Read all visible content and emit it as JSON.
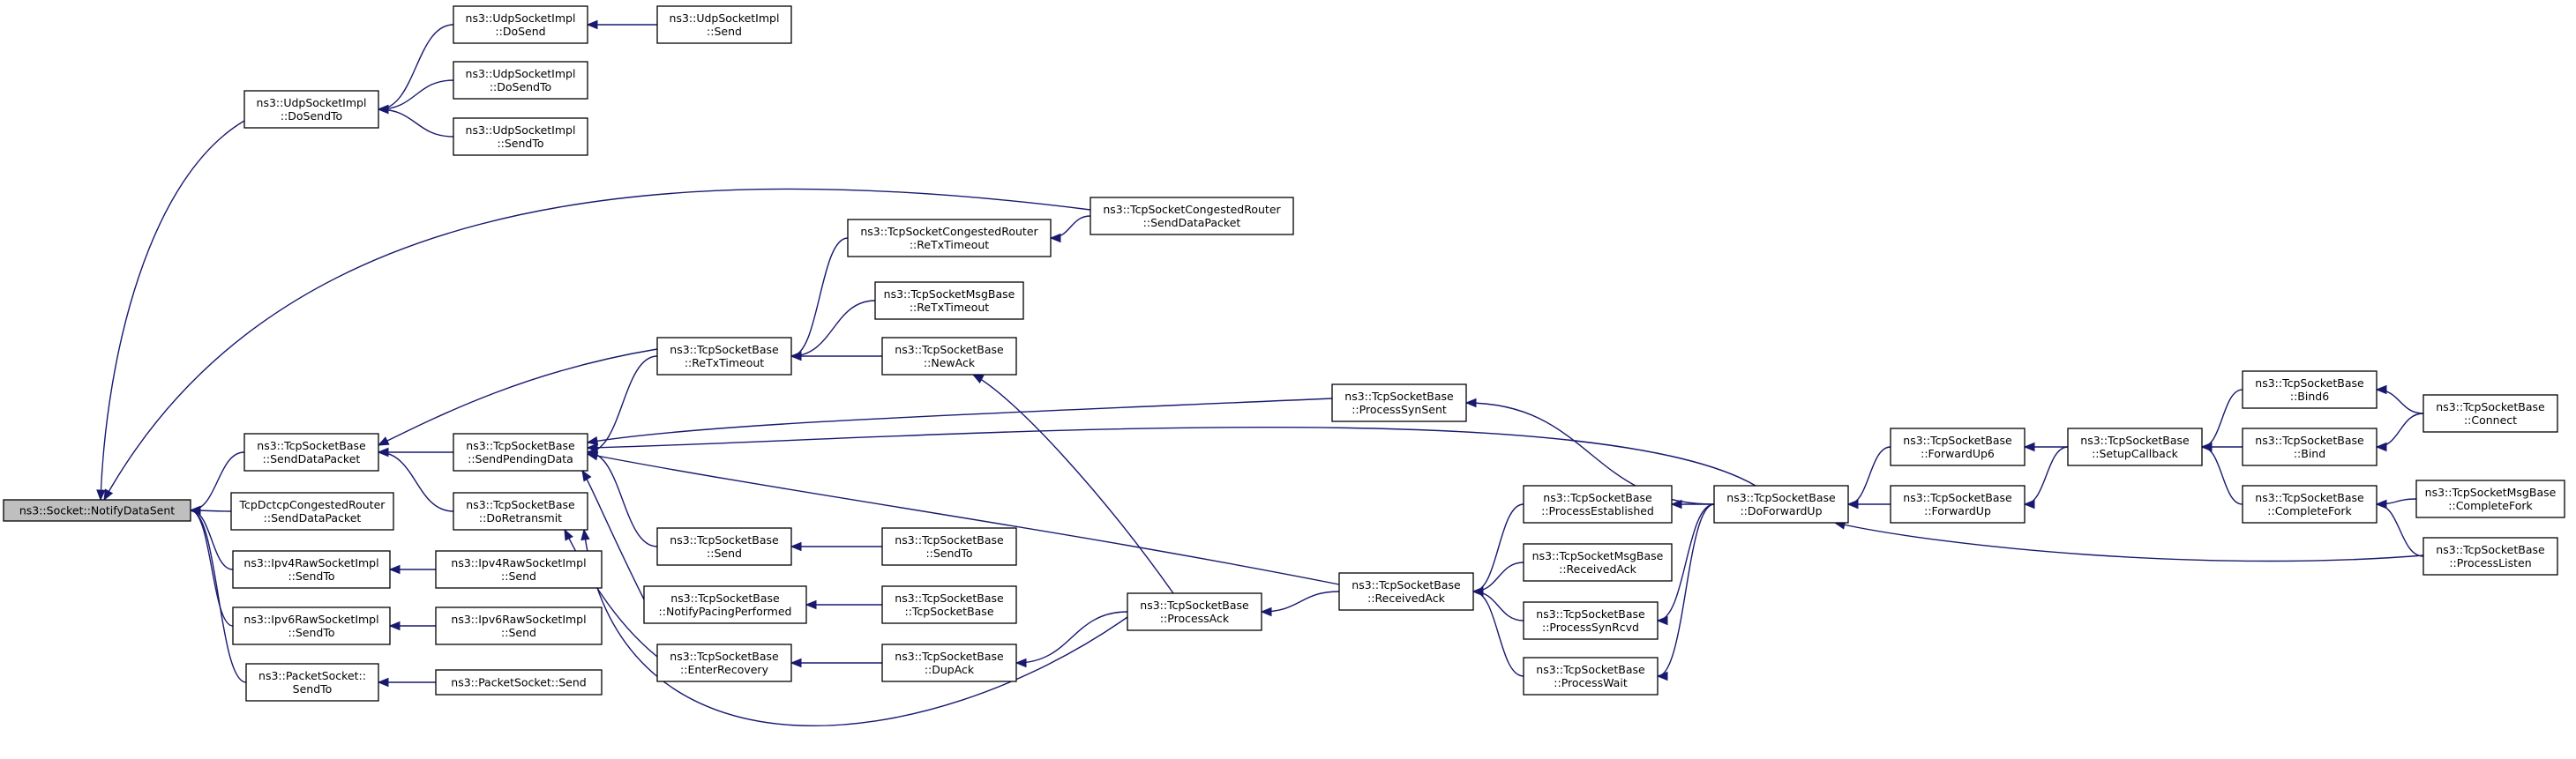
{
  "nodes": [
    {
      "id": "notify_data_sent",
      "lines": [
        "ns3::Socket::NotifyDataSent"
      ],
      "root": true
    },
    {
      "id": "udp_dosendto",
      "lines": [
        "ns3::UdpSocketImpl",
        "::DoSendTo"
      ]
    },
    {
      "id": "udp_dosend",
      "lines": [
        "ns3::UdpSocketImpl",
        "::DoSend"
      ]
    },
    {
      "id": "udp_send",
      "lines": [
        "ns3::UdpSocketImpl",
        "::Send"
      ]
    },
    {
      "id": "udp_dosendto2",
      "lines": [
        "ns3::UdpSocketImpl",
        "::DoSendTo"
      ]
    },
    {
      "id": "udp_sendto",
      "lines": [
        "ns3::UdpSocketImpl",
        "::SendTo"
      ]
    },
    {
      "id": "cong_senddatapacket",
      "lines": [
        "ns3::TcpSocketCongestedRouter",
        "::SendDataPacket"
      ]
    },
    {
      "id": "cong_retxtimeout",
      "lines": [
        "ns3::TcpSocketCongestedRouter",
        "::ReTxTimeout"
      ]
    },
    {
      "id": "msg_retxtimeout",
      "lines": [
        "ns3::TcpSocketMsgBase",
        "::ReTxTimeout"
      ]
    },
    {
      "id": "tcp_retxtimeout",
      "lines": [
        "ns3::TcpSocketBase",
        "::ReTxTimeout"
      ]
    },
    {
      "id": "tcp_newack",
      "lines": [
        "ns3::TcpSocketBase",
        "::NewAck"
      ]
    },
    {
      "id": "tcp_senddatapacket",
      "lines": [
        "ns3::TcpSocketBase",
        "::SendDataPacket"
      ]
    },
    {
      "id": "tcp_sendpendingdata",
      "lines": [
        "ns3::TcpSocketBase",
        "::SendPendingData"
      ]
    },
    {
      "id": "tcp_processsynsent",
      "lines": [
        "ns3::TcpSocketBase",
        "::ProcessSynSent"
      ]
    },
    {
      "id": "dctcp_senddatapacket",
      "lines": [
        "TcpDctcpCongestedRouter",
        "::SendDataPacket"
      ]
    },
    {
      "id": "tcp_doretransmit",
      "lines": [
        "ns3::TcpSocketBase",
        "::DoRetransmit"
      ]
    },
    {
      "id": "tcp_send",
      "lines": [
        "ns3::TcpSocketBase",
        "::Send"
      ]
    },
    {
      "id": "tcp_sendto",
      "lines": [
        "ns3::TcpSocketBase",
        "::SendTo"
      ]
    },
    {
      "id": "ipv4_sendto",
      "lines": [
        "ns3::Ipv4RawSocketImpl",
        "::SendTo"
      ]
    },
    {
      "id": "ipv4_send",
      "lines": [
        "ns3::Ipv4RawSocketImpl",
        "::Send"
      ]
    },
    {
      "id": "tcp_notifypacing",
      "lines": [
        "ns3::TcpSocketBase",
        "::NotifyPacingPerformed"
      ]
    },
    {
      "id": "tcp_tcpsocketbase",
      "lines": [
        "ns3::TcpSocketBase",
        "::TcpSocketBase"
      ]
    },
    {
      "id": "ipv6_sendto",
      "lines": [
        "ns3::Ipv6RawSocketImpl",
        "::SendTo"
      ]
    },
    {
      "id": "ipv6_send",
      "lines": [
        "ns3::Ipv6RawSocketImpl",
        "::Send"
      ]
    },
    {
      "id": "tcp_enterrecovery",
      "lines": [
        "ns3::TcpSocketBase",
        "::EnterRecovery"
      ]
    },
    {
      "id": "tcp_dupack",
      "lines": [
        "ns3::TcpSocketBase",
        "::DupAck"
      ]
    },
    {
      "id": "tcp_processack",
      "lines": [
        "ns3::TcpSocketBase",
        "::ProcessAck"
      ]
    },
    {
      "id": "packet_sendto",
      "lines": [
        "ns3::PacketSocket::",
        "SendTo"
      ]
    },
    {
      "id": "packet_send",
      "lines": [
        "ns3::PacketSocket::Send"
      ]
    },
    {
      "id": "tcp_receivedack",
      "lines": [
        "ns3::TcpSocketBase",
        "::ReceivedAck"
      ]
    },
    {
      "id": "tcp_processestablished",
      "lines": [
        "ns3::TcpSocketBase",
        "::ProcessEstablished"
      ]
    },
    {
      "id": "msg_receivedack",
      "lines": [
        "ns3::TcpSocketMsgBase",
        "::ReceivedAck"
      ]
    },
    {
      "id": "tcp_processsynrcvd",
      "lines": [
        "ns3::TcpSocketBase",
        "::ProcessSynRcvd"
      ]
    },
    {
      "id": "tcp_processwait",
      "lines": [
        "ns3::TcpSocketBase",
        "::ProcessWait"
      ]
    },
    {
      "id": "tcp_doforwardup",
      "lines": [
        "ns3::TcpSocketBase",
        "::DoForwardUp"
      ]
    },
    {
      "id": "tcp_forwardup6",
      "lines": [
        "ns3::TcpSocketBase",
        "::ForwardUp6"
      ]
    },
    {
      "id": "tcp_forwardup",
      "lines": [
        "ns3::TcpSocketBase",
        "::ForwardUp"
      ]
    },
    {
      "id": "tcp_setupcallback",
      "lines": [
        "ns3::TcpSocketBase",
        "::SetupCallback"
      ]
    },
    {
      "id": "tcp_bind6",
      "lines": [
        "ns3::TcpSocketBase",
        "::Bind6"
      ]
    },
    {
      "id": "tcp_bind",
      "lines": [
        "ns3::TcpSocketBase",
        "::Bind"
      ]
    },
    {
      "id": "tcp_completefork",
      "lines": [
        "ns3::TcpSocketBase",
        "::CompleteFork"
      ]
    },
    {
      "id": "tcp_connect",
      "lines": [
        "ns3::TcpSocketBase",
        "::Connect"
      ]
    },
    {
      "id": "msg_completefork",
      "lines": [
        "ns3::TcpSocketMsgBase",
        "::CompleteFork"
      ]
    },
    {
      "id": "tcp_processlisten",
      "lines": [
        "ns3::TcpSocketBase",
        "::ProcessListen"
      ]
    }
  ],
  "edges": [
    [
      "udp_dosendto",
      "notify_data_sent"
    ],
    [
      "udp_dosend",
      "udp_dosendto"
    ],
    [
      "udp_send",
      "udp_dosend"
    ],
    [
      "udp_dosendto2",
      "udp_dosendto"
    ],
    [
      "udp_sendto",
      "udp_dosendto"
    ],
    [
      "cong_senddatapacket",
      "notify_data_sent"
    ],
    [
      "tcp_senddatapacket",
      "notify_data_sent"
    ],
    [
      "dctcp_senddatapacket",
      "notify_data_sent"
    ],
    [
      "ipv4_sendto",
      "notify_data_sent"
    ],
    [
      "ipv6_sendto",
      "notify_data_sent"
    ],
    [
      "packet_sendto",
      "notify_data_sent"
    ],
    [
      "tcp_retxtimeout",
      "tcp_senddatapacket"
    ],
    [
      "tcp_sendpendingdata",
      "tcp_senddatapacket"
    ],
    [
      "tcp_doretransmit",
      "tcp_senddatapacket"
    ],
    [
      "cong_retxtimeout",
      "tcp_retxtimeout"
    ],
    [
      "msg_retxtimeout",
      "tcp_retxtimeout"
    ],
    [
      "tcp_newack",
      "tcp_retxtimeout"
    ],
    [
      "cong_senddatapacket",
      "cong_retxtimeout"
    ],
    [
      "tcp_retxtimeout",
      "tcp_sendpendingdata"
    ],
    [
      "tcp_processsynsent",
      "tcp_sendpendingdata"
    ],
    [
      "tcp_doforwardup",
      "tcp_sendpendingdata"
    ],
    [
      "tcp_receivedack",
      "tcp_sendpendingdata"
    ],
    [
      "tcp_send",
      "tcp_sendpendingdata"
    ],
    [
      "tcp_notifypacing",
      "tcp_sendpendingdata"
    ],
    [
      "tcp_enterrecovery",
      "tcp_doretransmit"
    ],
    [
      "tcp_processack",
      "tcp_doretransmit"
    ],
    [
      "tcp_processack",
      "tcp_newack"
    ],
    [
      "tcp_sendto",
      "tcp_send"
    ],
    [
      "ipv4_send",
      "ipv4_sendto"
    ],
    [
      "tcp_tcpsocketbase",
      "tcp_notifypacing"
    ],
    [
      "ipv6_send",
      "ipv6_sendto"
    ],
    [
      "tcp_dupack",
      "tcp_enterrecovery"
    ],
    [
      "tcp_processack",
      "tcp_dupack"
    ],
    [
      "packet_send",
      "packet_sendto"
    ],
    [
      "tcp_receivedack",
      "tcp_processack"
    ],
    [
      "tcp_processestablished",
      "tcp_receivedack"
    ],
    [
      "msg_receivedack",
      "tcp_receivedack"
    ],
    [
      "tcp_processsynrcvd",
      "tcp_receivedack"
    ],
    [
      "tcp_processwait",
      "tcp_receivedack"
    ],
    [
      "tcp_doforwardup",
      "tcp_processsynsent"
    ],
    [
      "tcp_doforwardup",
      "tcp_processestablished"
    ],
    [
      "tcp_doforwardup",
      "tcp_processsynrcvd"
    ],
    [
      "tcp_doforwardup",
      "tcp_processwait"
    ],
    [
      "tcp_forwardup6",
      "tcp_doforwardup"
    ],
    [
      "tcp_forwardup",
      "tcp_doforwardup"
    ],
    [
      "tcp_processlisten",
      "tcp_doforwardup"
    ],
    [
      "tcp_setupcallback",
      "tcp_forwardup6"
    ],
    [
      "tcp_setupcallback",
      "tcp_forwardup"
    ],
    [
      "tcp_bind6",
      "tcp_setupcallback"
    ],
    [
      "tcp_bind",
      "tcp_setupcallback"
    ],
    [
      "tcp_completefork",
      "tcp_setupcallback"
    ],
    [
      "tcp_connect",
      "tcp_bind6"
    ],
    [
      "tcp_connect",
      "tcp_bind"
    ],
    [
      "msg_completefork",
      "tcp_completefork"
    ],
    [
      "tcp_processlisten",
      "tcp_completefork"
    ]
  ]
}
